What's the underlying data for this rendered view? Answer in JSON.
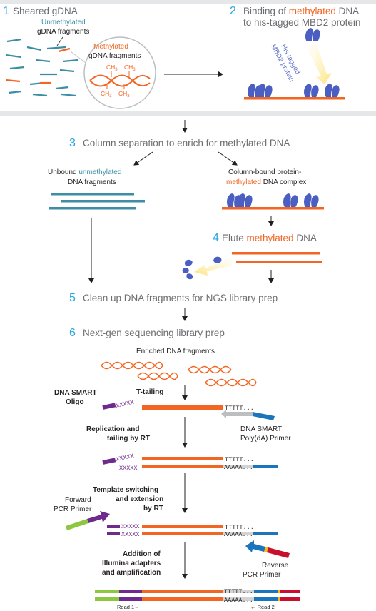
{
  "colors": {
    "methylated": "#f26522",
    "unmethylated": "#3d8ea5",
    "step_number": "#29a8e0",
    "protein": "#4a5fc1",
    "gray_panel": "#e6e7e8",
    "smart_oligo": "#6e2a8c",
    "forward_primer": "#8dc63f",
    "reverse_primer": "#c8102e",
    "polyA_primer": "#1b75bc",
    "arrow_yellow": "#fff1a8"
  },
  "step1": {
    "num": "1",
    "title": "Sheared gDNA",
    "unmeth_label_a": "Unmethylated",
    "unmeth_label_b": "gDNA fragments",
    "meth_label_a": "Methylated",
    "meth_label_b": "gDNA fragments",
    "ch3": "CH",
    "ch3_sub": "3"
  },
  "step2": {
    "num": "2",
    "title_pre": "Binding of ",
    "title_meth": "methylated",
    "title_post": " DNA",
    "title_line2": "to his-tagged MBD2 protein",
    "protein_label_a": "His-tagged",
    "protein_label_b": "MBD2 protein"
  },
  "step3": {
    "num": "3",
    "title": "Column separation to enrich for methylated DNA",
    "unbound_a": "Unbound ",
    "unbound_meth": "unmethylated",
    "unbound_b": "DNA fragments",
    "bound_a": "Column-bound protein-",
    "bound_meth": "methylated",
    "bound_b": " DNA complex"
  },
  "step4": {
    "num": "4",
    "title_pre": "Elute ",
    "title_meth": "methylated",
    "title_post": " DNA"
  },
  "step5": {
    "num": "5",
    "title": "Clean up DNA fragments for NGS library prep"
  },
  "step6": {
    "num": "6",
    "title": "Next-gen sequencing library prep",
    "enriched": "Enriched DNA fragments",
    "smart_oligo_a": "DNA SMART",
    "smart_oligo_b": "Oligo",
    "t_tailing": "T-tailing",
    "replication_a": "Replication and",
    "replication_b": "tailing by RT",
    "polyA_primer_a": "DNA SMART",
    "polyA_primer_b": "Poly(dA) Primer",
    "template_a": "Template switching",
    "template_b": "and extension",
    "template_c": "by RT",
    "forward_a": "Forward",
    "forward_b": "PCR Primer",
    "addition_a": "Addition of",
    "addition_b": "Illumina adapters",
    "addition_c": "and amplification",
    "reverse_a": "Reverse",
    "reverse_b": "PCR Primer",
    "read1": "Read 1→",
    "read2": "← Read 2",
    "t_seq": "TTTTT...",
    "a_seq": "AAAAA...",
    "x_seq": "XXXXX"
  }
}
